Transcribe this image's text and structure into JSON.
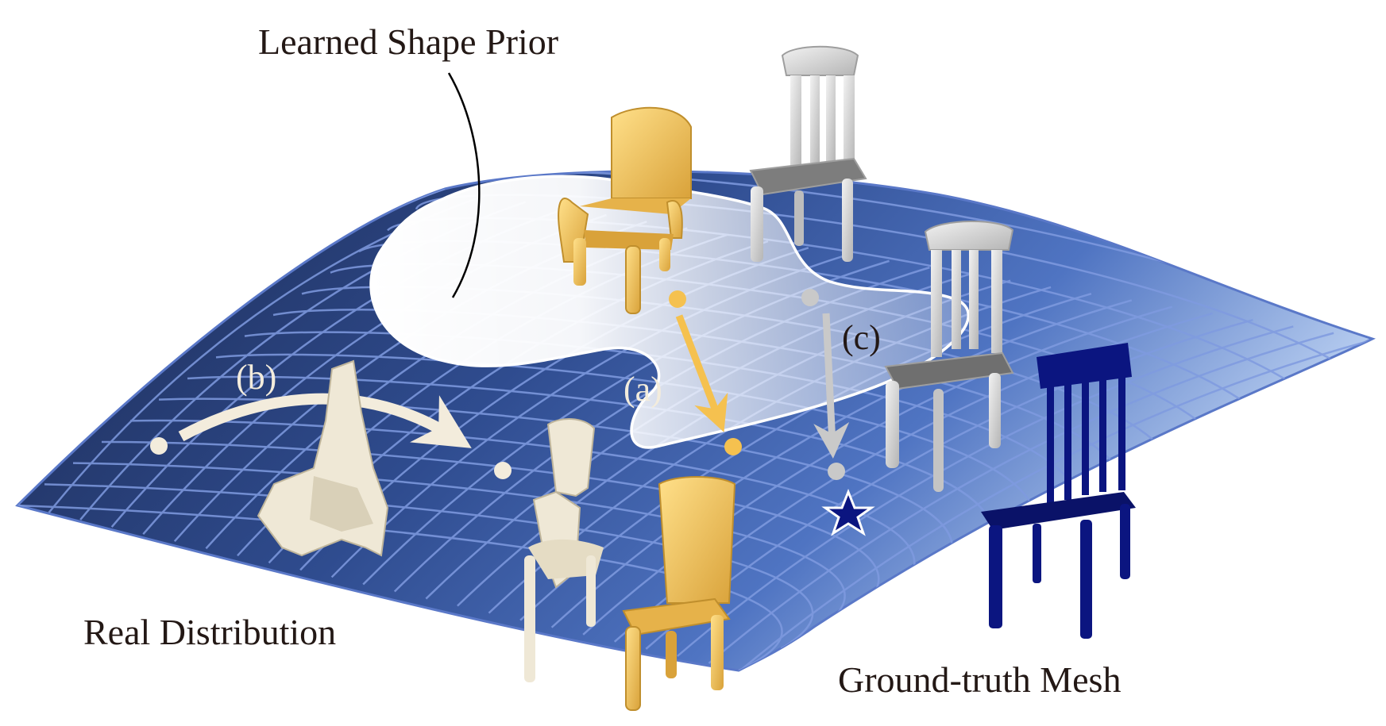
{
  "labels": {
    "learned_shape_prior": "Learned Shape Prior",
    "real_distribution": "Real Distribution",
    "ground_truth_mesh": "Ground-truth Mesh",
    "step_a": "(a)",
    "step_b": "(b)",
    "step_c": "(c)"
  },
  "colors": {
    "manifold_dark": "#1f2f5c",
    "manifold_mid": "#3a5ba8",
    "manifold_light": "#a9c2ea",
    "grid_line": "#8ea8e0",
    "prior_region": "#ffffff",
    "gold_chair": "#f2c35a",
    "grey_chair": "#d9d9d9",
    "bone_shape": "#efe8d6",
    "gt_chair": "#0b1580",
    "arrow_a": "#f5c14f",
    "arrow_b": "#f3ecdc",
    "arrow_c": "#c9c9c9",
    "star": "#0b1580"
  },
  "icons": {
    "target_marker": "star-icon"
  }
}
